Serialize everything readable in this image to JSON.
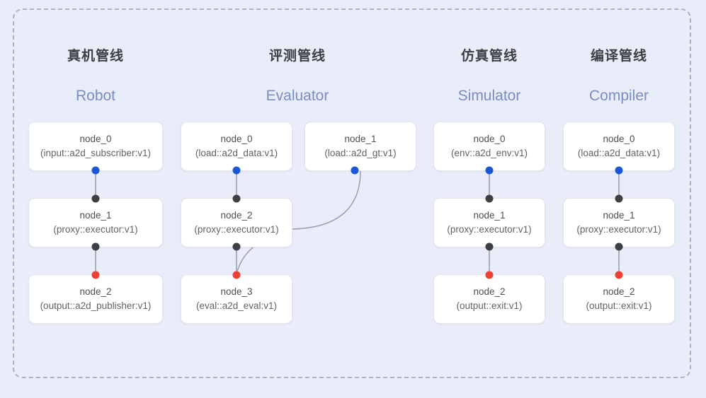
{
  "diagram": {
    "type": "pipeline-graph",
    "background_color": "#e8edf9",
    "frame_border_color": "#a9b2c4",
    "port_colors": {
      "input": "#1a56d6",
      "middle": "#3c4043",
      "output": "#ea4335"
    },
    "columns": [
      {
        "id": "robot",
        "title_cn": "真机管线",
        "title_en": "Robot",
        "nodes": [
          {
            "name": "node_0",
            "type": "(input::a2d_subscriber:v1)"
          },
          {
            "name": "node_1",
            "type": "(proxy::executor:v1)"
          },
          {
            "name": "node_2",
            "type": "(output::a2d_publisher:v1)"
          }
        ]
      },
      {
        "id": "evaluator",
        "title_cn": "评测管线",
        "title_en": "Evaluator",
        "nodes": [
          {
            "name": "node_0",
            "type": "(load::a2d_data:v1)"
          },
          {
            "name": "node_1",
            "type": "(load::a2d_gt:v1)"
          },
          {
            "name": "node_2",
            "type": "(proxy::executor:v1)"
          },
          {
            "name": "node_3",
            "type": "(eval::a2d_eval:v1)"
          }
        ]
      },
      {
        "id": "simulator",
        "title_cn": "仿真管线",
        "title_en": "Simulator",
        "nodes": [
          {
            "name": "node_0",
            "type": "(env::a2d_env:v1)"
          },
          {
            "name": "node_1",
            "type": "(proxy::executor:v1)"
          },
          {
            "name": "node_2",
            "type": "(output::exit:v1)"
          }
        ]
      },
      {
        "id": "compiler",
        "title_cn": "编译管线",
        "title_en": "Compiler",
        "nodes": [
          {
            "name": "node_0",
            "type": "(load::a2d_data:v1)"
          },
          {
            "name": "node_1",
            "type": "(proxy::executor:v1)"
          },
          {
            "name": "node_2",
            "type": "(output::exit:v1)"
          }
        ]
      }
    ]
  }
}
